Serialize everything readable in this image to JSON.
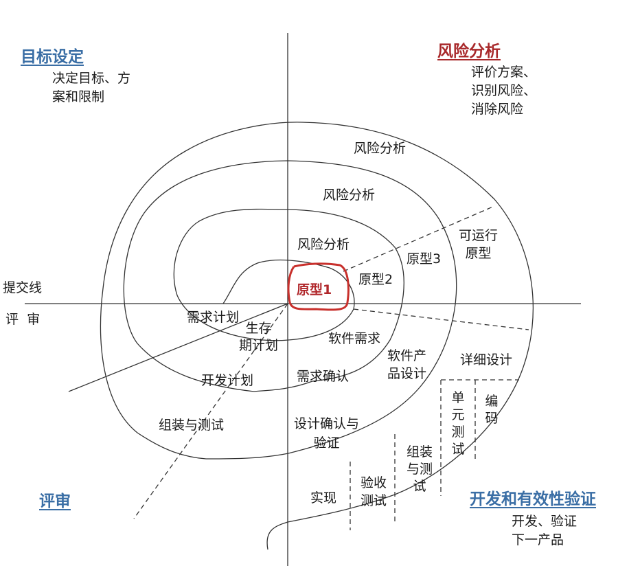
{
  "quadrants": {
    "top_left": {
      "title": "目标设定",
      "desc_lines": [
        "决定目标、方",
        "案和限制"
      ],
      "color": "#3a6ea5"
    },
    "top_right": {
      "title": "风险分析",
      "desc_lines": [
        "评价方案、",
        "识别风险、",
        "消除风险"
      ],
      "color": "#a8282a"
    },
    "bottom_left": {
      "title": "评审",
      "color": "#3a6ea5"
    },
    "bottom_right": {
      "title": "开发和有效性验证",
      "desc_lines": [
        "开发、验证",
        "下一产品"
      ],
      "color": "#3a6ea5"
    }
  },
  "axis_labels": {
    "commit_line": "提交线",
    "review": "评  审"
  },
  "risk_analysis": [
    "风险分析",
    "风险分析",
    "风险分析"
  ],
  "prototypes": {
    "p1": "原型1",
    "p2": "原型2",
    "p3": "原型3",
    "operational_line1": "可运行",
    "operational_line2": "原型"
  },
  "planning": {
    "requirements_plan": "需求计划",
    "lifecycle_plan_line1": "生存",
    "lifecycle_plan_line2": "期计划",
    "development_plan": "开发计划",
    "integration_test": "组装与测试"
  },
  "development": {
    "software_requirements": "软件需求",
    "requirements_validation": "需求确认",
    "product_design_line1": "软件产",
    "product_design_line2": "品设计",
    "design_validation_line1": "设计确认与",
    "design_validation_line2": "验证",
    "detailed_design": "详细设计",
    "unit_test": "单元测试",
    "coding": "编码",
    "integration_and_test": "组装与测试",
    "acceptance_test_line1": "验收",
    "acceptance_test_line2": "测试",
    "implementation": "实现"
  },
  "colors": {
    "line": "#333333",
    "highlight": "#c8302c",
    "title_blue": "#3a6ea5",
    "title_red": "#a8282a"
  }
}
